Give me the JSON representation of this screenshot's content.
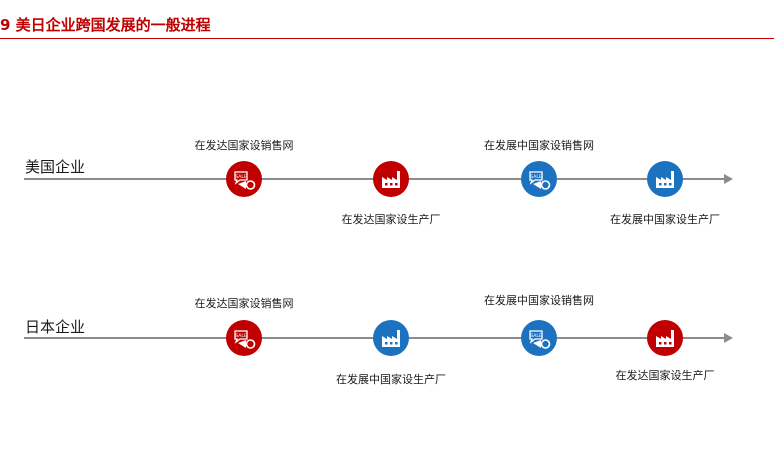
{
  "title": "9  美日企业跨国发展的一般进程",
  "colors": {
    "accent": "#c00000",
    "red": "#c00000",
    "blue": "#1d72c0",
    "line": "#8c8c8c"
  },
  "rows": [
    {
      "label": "美国企业",
      "nodes": [
        {
          "icon": "sale-megaphone-icon",
          "color": "red",
          "caption": "在发达国家设销售网"
        },
        {
          "icon": "factory-icon",
          "color": "red",
          "caption": "在发达国家设生产厂"
        },
        {
          "icon": "sale-megaphone-icon",
          "color": "blue",
          "caption": "在发展中国家设销售网"
        },
        {
          "icon": "factory-icon",
          "color": "blue",
          "caption": "在发展中国家设生产厂"
        }
      ]
    },
    {
      "label": "日本企业",
      "nodes": [
        {
          "icon": "sale-megaphone-icon",
          "color": "red",
          "caption": "在发达国家设销售网"
        },
        {
          "icon": "factory-icon",
          "color": "blue",
          "caption": "在发展中国家设生产厂"
        },
        {
          "icon": "sale-megaphone-icon",
          "color": "blue",
          "caption": "在发展中国家设销售网"
        },
        {
          "icon": "factory-icon",
          "color": "red",
          "caption": "在发达国家设生产厂"
        }
      ]
    }
  ]
}
